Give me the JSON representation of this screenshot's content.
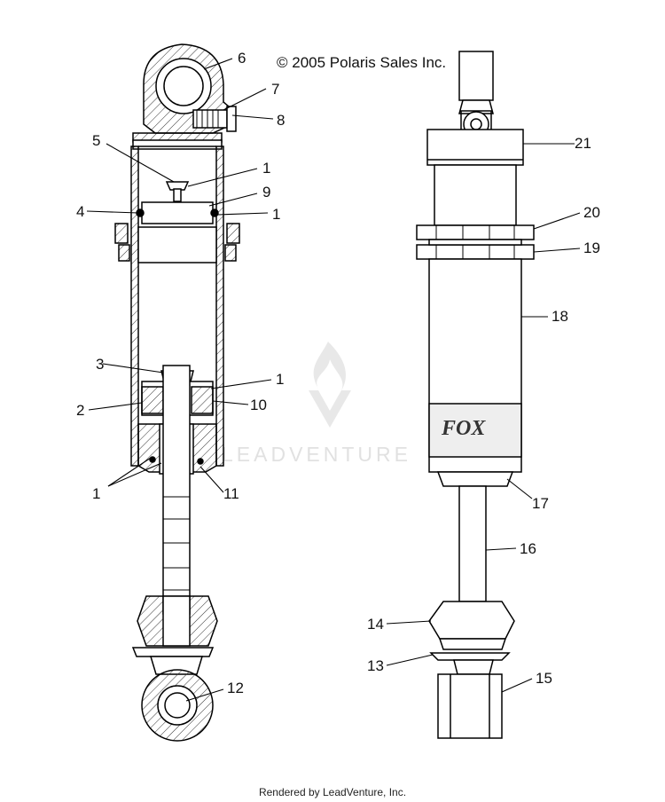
{
  "copyright": "© 2005 Polaris Sales Inc.",
  "watermark": "LEADVENTURE",
  "footer": "Rendered by LeadVenture, Inc.",
  "brand_decal": "FOX",
  "callouts": [
    "1",
    "2",
    "3",
    "4",
    "5",
    "6",
    "7",
    "8",
    "9",
    "1",
    "1",
    "10",
    "1",
    "11",
    "12",
    "13",
    "14",
    "15",
    "16",
    "17",
    "18",
    "19",
    "20",
    "21"
  ]
}
